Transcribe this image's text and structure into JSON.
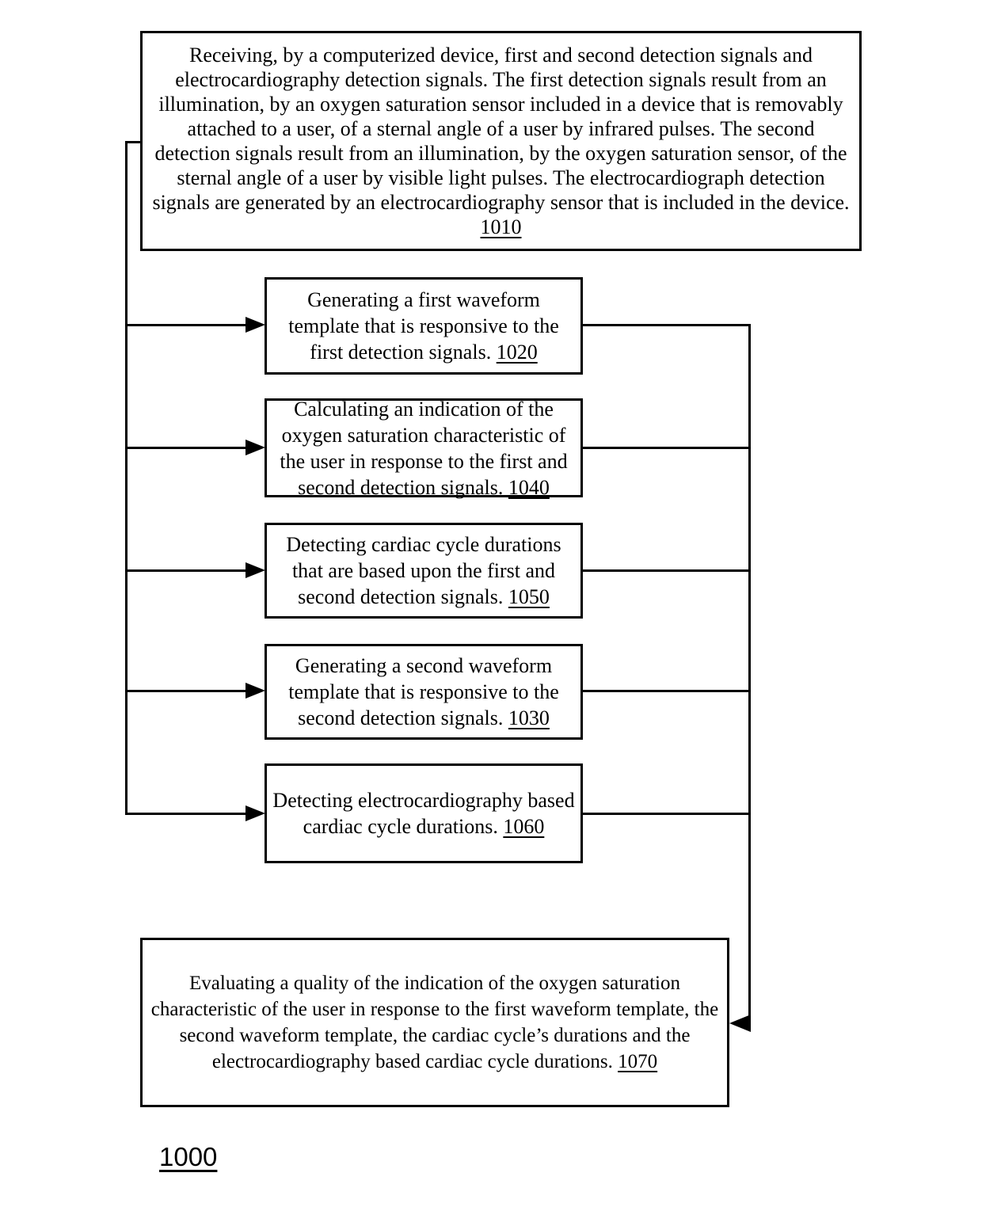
{
  "figure_label": "1000",
  "boxes": [
    {
      "id": "1010",
      "text": "Receiving, by a computerized device, first and second detection signals and electrocardiography detection signals. The first detection signals result from an illumination, by an oxygen saturation sensor included in a device that is removably attached to a user, of a sternal angle of a user by infrared pulses. The second detection signals result from an illumination, by the oxygen saturation sensor, of the sternal angle of a user by visible light pulses. The electrocardiograph detection signals are generated by an electrocardiography sensor that is included in the device.",
      "ref": "1010"
    },
    {
      "id": "1020",
      "text": "Generating a first waveform template that is responsive to the first detection signals.",
      "ref": "1020"
    },
    {
      "id": "1040",
      "text": "Calculating an indication of the oxygen saturation characteristic of the user in response to the first and second detection signals.",
      "ref": "1040"
    },
    {
      "id": "1050",
      "text": "Detecting cardiac cycle durations that are based upon the first and second detection signals.",
      "ref": "1050"
    },
    {
      "id": "1030",
      "text": "Generating a second waveform template that is responsive to the second detection signals.",
      "ref": "1030"
    },
    {
      "id": "1060",
      "text": "Detecting electrocardiography based cardiac cycle durations.",
      "ref": "1060"
    },
    {
      "id": "1070",
      "text": "Evaluating a quality of the indication of the oxygen saturation characteristic of the user in response to the first waveform template, the second waveform template, the cardiac cycle’s durations and the electrocardiography based cardiac cycle durations.",
      "ref": "1070"
    }
  ]
}
